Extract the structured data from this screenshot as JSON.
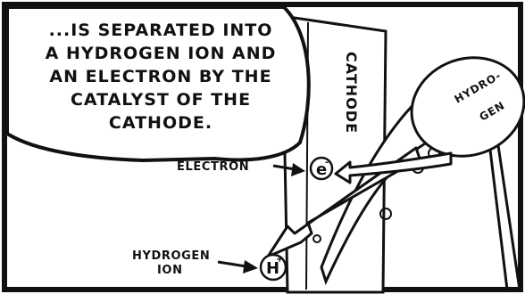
{
  "speech_bubble": {
    "lines": [
      "...IS SEPARATED INTO",
      "A HYDROGEN ION AND",
      "AN ELECTRON BY THE",
      "CATALYST OF THE",
      "CATHODE."
    ]
  },
  "cathode_plate": {
    "label": "CATHODE"
  },
  "hydrogen_balloon": {
    "label_line1": "HYDRO-",
    "label_line2": "GEN"
  },
  "electron": {
    "label": "ELECTRON",
    "symbol": "e",
    "charge": "-"
  },
  "hydrogen_ion": {
    "label_line1": "HYDROGEN",
    "label_line2": "ION",
    "symbol": "H",
    "charge": "+"
  }
}
